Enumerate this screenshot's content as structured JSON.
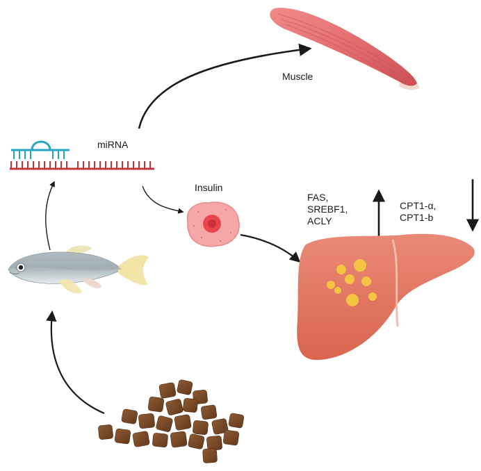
{
  "labels": {
    "muscle": "Muscle",
    "mirna": "miRNA",
    "insulin": "Insulin",
    "upregulated_genes": [
      "FAS,",
      "SREBF1,",
      "ACLY"
    ],
    "downregulated_genes": [
      "CPT1-α,",
      "CPT1-b"
    ]
  },
  "icons": {
    "feed": "feed-pellets-icon",
    "fish": "fish-icon",
    "mirna": "mirna-hairpin-icon",
    "muscle": "muscle-icon",
    "insulin_cell": "insulin-cell-icon",
    "liver": "liver-icon"
  },
  "regulation": {
    "upregulated": "up-arrow",
    "downregulated": "down-arrow"
  },
  "colors": {
    "muscle": "#e0686a",
    "liver": "#e07763",
    "lipid_droplet": "#f5c443",
    "insulin_cell": "#f29a9c",
    "insulin_nucleus": "#e8464c",
    "mirna_stem": "#27a3c4",
    "mirna_strand": "#c4343c",
    "feed_pellet": "#7a4a28",
    "arrow": "#1a1a1a"
  }
}
